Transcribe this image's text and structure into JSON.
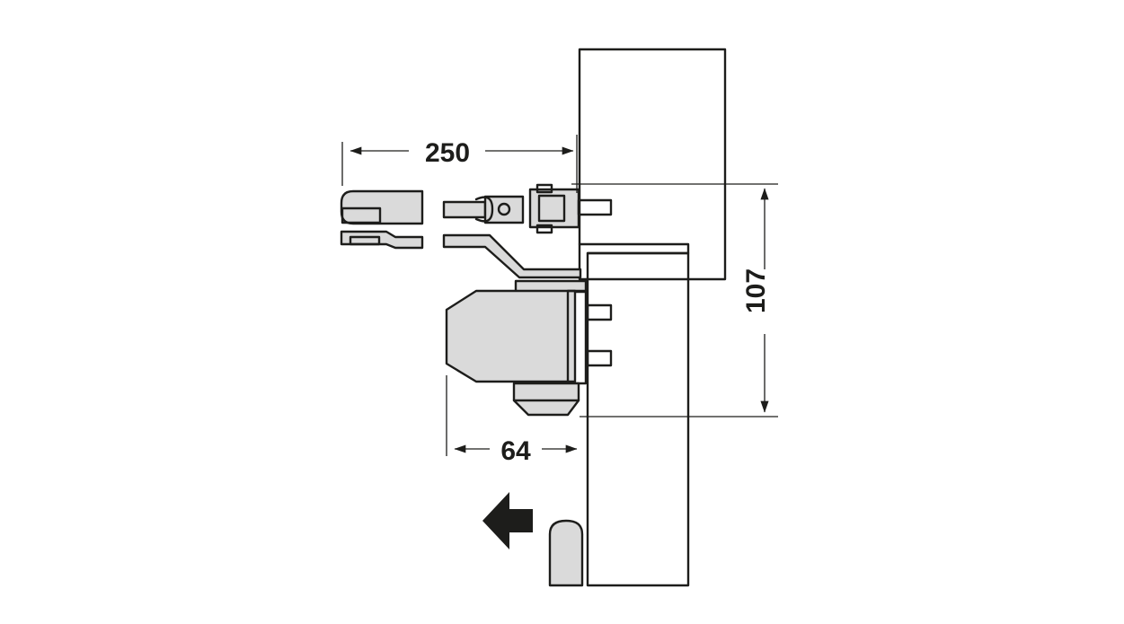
{
  "dimensions": {
    "arm_length": "250",
    "frame_height": "107",
    "body_depth": "64"
  },
  "colors": {
    "line": "#1d1d1b",
    "fill_grey": "#dadada",
    "fill_light": "#ececec",
    "background": "#ffffff"
  },
  "icons": {
    "direction_arrow": "arrow-left-icon"
  }
}
